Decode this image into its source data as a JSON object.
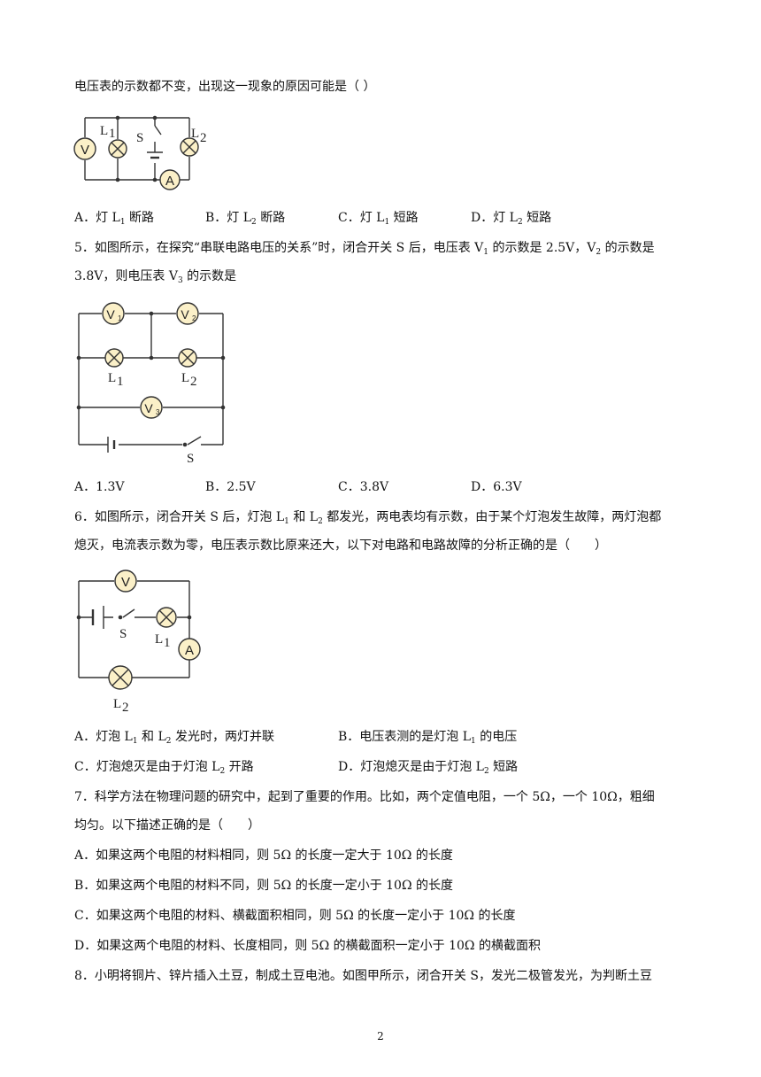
{
  "lines": {
    "q4_tail": "电压表的示数都不变，出现这一现象的原因可能是（ ）",
    "q5_line1": "5．如图所示，在探究“串联电路电压的关系”时，闭合开关 S 后，电压表 V",
    "q5_line1_b": " 的示数是 2.5V，V",
    "q5_line1_c": " 的示数是",
    "q5_line2": "3.8V，则电压表 V",
    "q5_line2_b": " 的示数是",
    "q6_line1": "6．如图所示，闭合开关 S 后，灯泡 L",
    "q6_line1_b": " 和 L",
    "q6_line1_c": " 都发光，两电表均有示数，由于某个灯泡发生故障，两灯泡都",
    "q6_line2": "熄灭，电流表示数为零，电压表示数比原来还大，以下对电路和电路故障的分析正确的是（　　）",
    "q7_line1": "7．科学方法在物理问题的研究中，起到了重要的作用。比如，两个定值电阻，一个 5Ω，一个 10Ω，粗细",
    "q7_line2": "均匀。以下描述正确的是（　　）",
    "q7_optA": "A．如果这两个电阻的材料相同，则 5Ω 的长度一定大于 10Ω 的长度",
    "q7_optB": "B．如果这两个电阻的材料不同，则 5Ω 的长度一定小于 10Ω 的长度",
    "q7_optC": "C．如果这两个电阻的材料、横截面积相同，则 5Ω 的长度一定小于 10Ω 的长度",
    "q7_optD": "D．如果这两个电阻的材料、长度相同，则 5Ω 的横截面积一定小于 10Ω 的横截面积",
    "q8_line1": "8．小明将铜片、锌片插入土豆，制成土豆电池。如图甲所示，闭合开关 S，发光二极管发光，为判断土豆"
  },
  "q4_options": {
    "a_pre": "A．灯 L",
    "a_post": " 断路",
    "b_pre": "B．灯 L",
    "b_post": " 断路",
    "c_pre": "C．灯 L",
    "c_post": " 短路",
    "d_pre": "D．灯 L",
    "d_post": " 短路"
  },
  "q5_options": {
    "a": "A．1.3V",
    "b": "B．2.5V",
    "c": "C．3.8V",
    "d": "D．6.3V"
  },
  "q6_options": {
    "a_pre": "A．灯泡 L",
    "a_mid": " 和 L",
    "a_post": " 发光时，两灯并联",
    "b_pre": "B．电压表测的是灯泡 L",
    "b_post": " 的电压",
    "c_pre": "C．灯泡熄灭是由于灯泡 L",
    "c_post": " 开路",
    "d_pre": "D．灯泡熄灭是由于灯泡 L",
    "d_post": " 短路"
  },
  "subs": {
    "one": "1",
    "two": "2",
    "three": "3"
  },
  "circuit_labels": {
    "voltmeter": "V",
    "ammeter": "A",
    "switch": "S",
    "lamp1": "L",
    "lamp2": "L",
    "v1": "V",
    "v2": "V",
    "v3": "V"
  },
  "page_number": "2"
}
